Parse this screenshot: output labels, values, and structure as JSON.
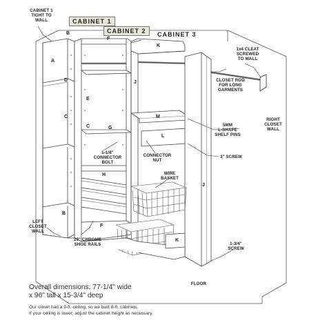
{
  "cabinet_tabs": {
    "c1": "CABINET 1",
    "c2": "CABINET 2",
    "c3": "CABINET 3"
  },
  "callouts": {
    "cabinet1_tight": "CABINET 1\nTIGHT TO\nWALL",
    "cleat": "1x4 CLEAT\nSCREWED\nTO WALL",
    "closet_rod": "CLOSET ROD\nFOR LONG\nGARMENTS",
    "right_wall": "RIGHT\nCLOSET\nWALL",
    "shelf_pins": "5MM\nL-SHAPE\nSHELF PINS",
    "connector_bolt": "1-1/8\"\nCONNECTOR\nBOLT",
    "connector_nut": "CONNECTOR\nNUT",
    "screw_3": "3\" SCREW",
    "wire_basket": "WIRE\nBASKET",
    "left_wall": "LEFT\nCLOSET\nWALL",
    "shoe_rails": "29\" CHROME\nSHOE RAILS",
    "screw_134": "1-3/4\"\nSCREW",
    "floor": "FLOOR"
  },
  "parts": {
    "A": "A",
    "B": "B",
    "C": "C",
    "D": "D",
    "E": "E",
    "F": "F",
    "G": "G",
    "H": "H",
    "J": "J",
    "K": "K",
    "L": "L",
    "M": "M"
  },
  "dimensions": "Overall dimensions: 77-1/4\" wide\nx 96\" tall x 15-3/4\" deep",
  "note": "Our closet had a 9-ft. ceiling, so we built 8-ft. cabinets.\nIf your ceiling is lower, adjust the cabinet height as necessary."
}
